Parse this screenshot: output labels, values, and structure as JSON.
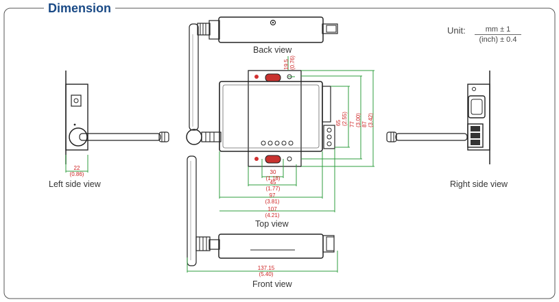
{
  "title": "Dimension",
  "unit": {
    "label": "Unit:",
    "numerator": "mm ± 1",
    "denominator": "(inch) ± 0.4"
  },
  "views": {
    "back": "Back view",
    "left": "Left side view",
    "right": "Right side view",
    "top": "Top view",
    "front": "Front view"
  },
  "dimensions": {
    "d22": {
      "mm": "22",
      "inch": "(0.86)"
    },
    "d30": {
      "mm": "30",
      "inch": "(1.18)"
    },
    "d45": {
      "mm": "45",
      "inch": "(1.77)"
    },
    "d97": {
      "mm": "97",
      "inch": "(3.81)"
    },
    "d107": {
      "mm": "107",
      "inch": "(4.21)"
    },
    "d137": {
      "mm": "137.15",
      "inch": "(5.40)"
    },
    "d19": {
      "mm": "19.5",
      "inch": "(0.76)"
    },
    "d65": {
      "mm": "65",
      "inch": "(2.55)"
    },
    "d77": {
      "mm": "77",
      "inch": "(3.00)"
    },
    "d87": {
      "mm": "87",
      "inch": "(3.42)"
    }
  },
  "colors": {
    "title": "#1a4a86",
    "dimension_line": "#2e9e3e",
    "dimension_text": "#cc2222",
    "outline": "#222222"
  }
}
